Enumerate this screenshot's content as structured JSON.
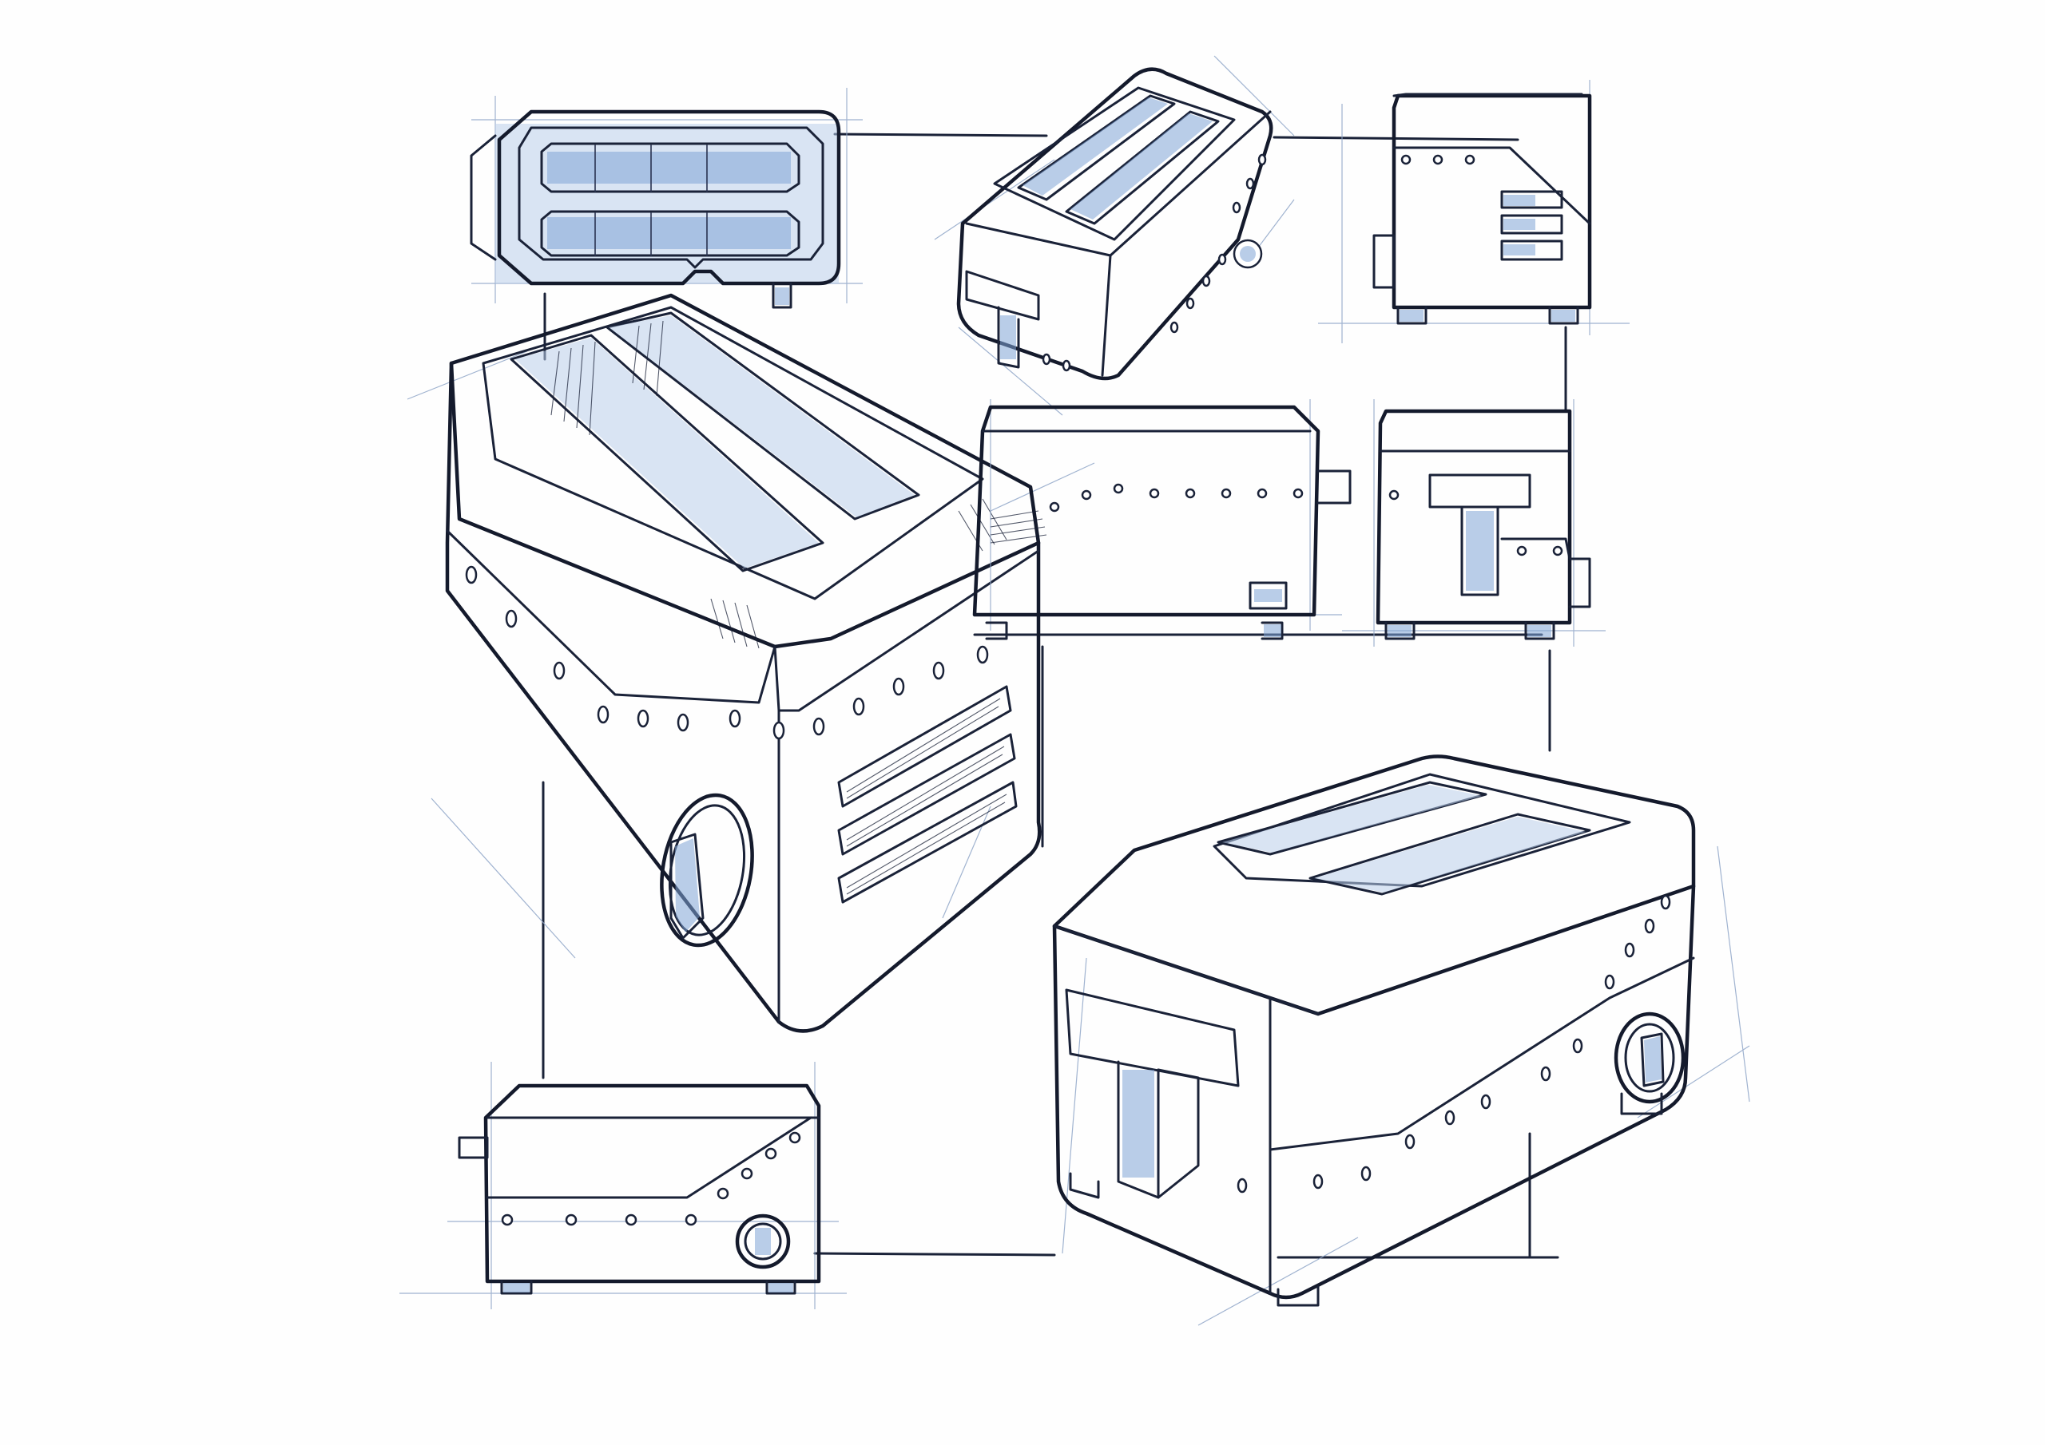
{
  "drawing": {
    "subject": "toaster",
    "views": [
      {
        "id": "top-view"
      },
      {
        "id": "perspective-top-small"
      },
      {
        "id": "front-view-small"
      },
      {
        "id": "perspective-large-left"
      },
      {
        "id": "side-view-right"
      },
      {
        "id": "front-view-right"
      },
      {
        "id": "perspective-large-right"
      },
      {
        "id": "side-view-bottom"
      }
    ]
  },
  "colors": {
    "ink": "#1a2238",
    "marker_blue": "#7fa4d6",
    "paper": "#fefefe"
  }
}
